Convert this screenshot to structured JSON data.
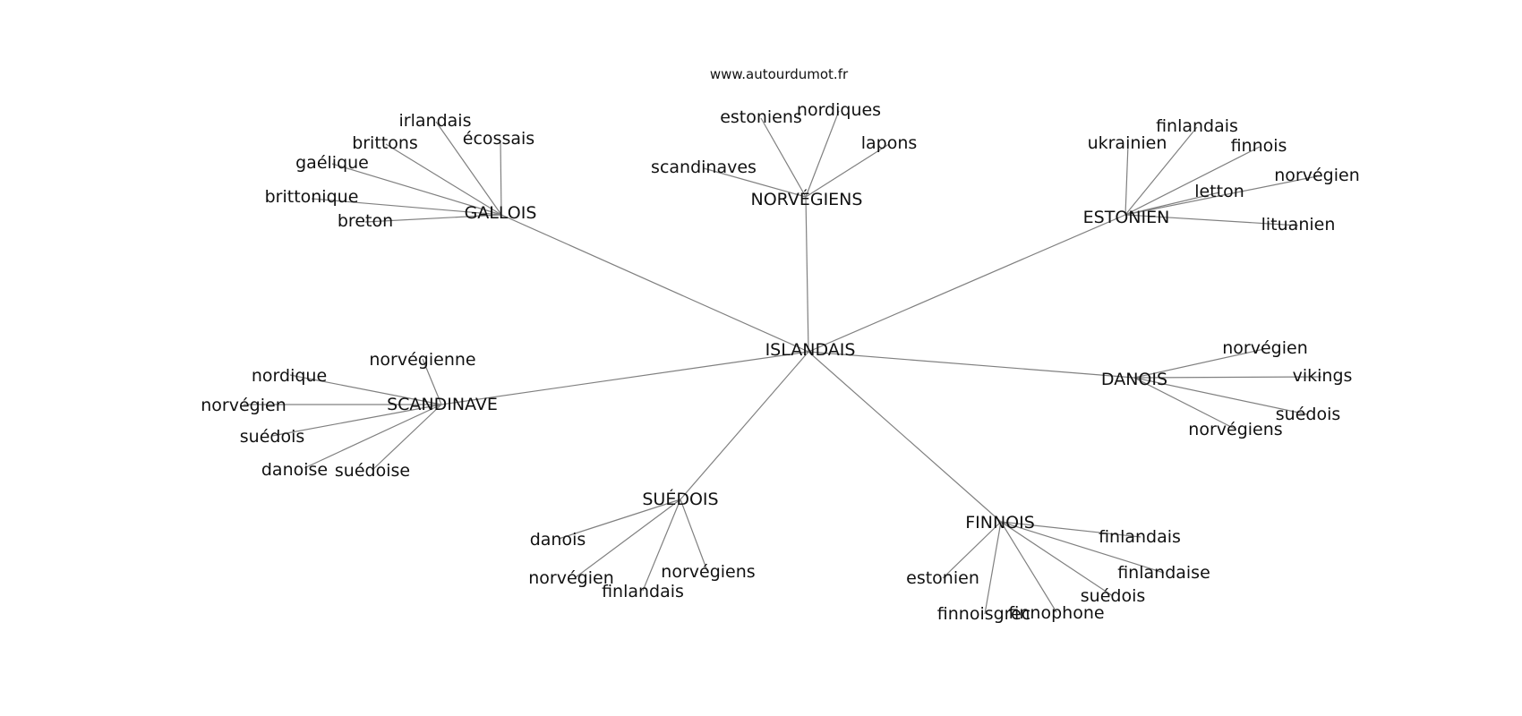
{
  "watermark": "www.autourdumot.fr",
  "root": "ISLANDAIS",
  "clusters": [
    {
      "label": "GALLOIS",
      "words": [
        "irlandais",
        "écossais",
        "brittons",
        "gaélique",
        "brittonique",
        "breton"
      ]
    },
    {
      "label": "NORVÉGIENS",
      "words": [
        "estoniens",
        "nordiques",
        "lapons",
        "scandinaves"
      ]
    },
    {
      "label": "ESTONIEN",
      "words": [
        "ukrainien",
        "finlandais",
        "finnois",
        "norvégien",
        "letton",
        "lituanien"
      ]
    },
    {
      "label": "DANOIS",
      "words": [
        "norvégien",
        "vikings",
        "suédois",
        "norvégiens"
      ]
    },
    {
      "label": "FINNOIS",
      "words": [
        "finlandais",
        "finlandaise",
        "suédois",
        "finnophone",
        "finnoisgrec",
        "estonien"
      ]
    },
    {
      "label": "SUÉDOIS",
      "words": [
        "danois",
        "norvégien",
        "norvégiens",
        "finlandais"
      ]
    },
    {
      "label": "SCANDINAVE",
      "words": [
        "norvégienne",
        "nordique",
        "norvégien",
        "suédois",
        "danoise",
        "suédoise"
      ]
    }
  ]
}
